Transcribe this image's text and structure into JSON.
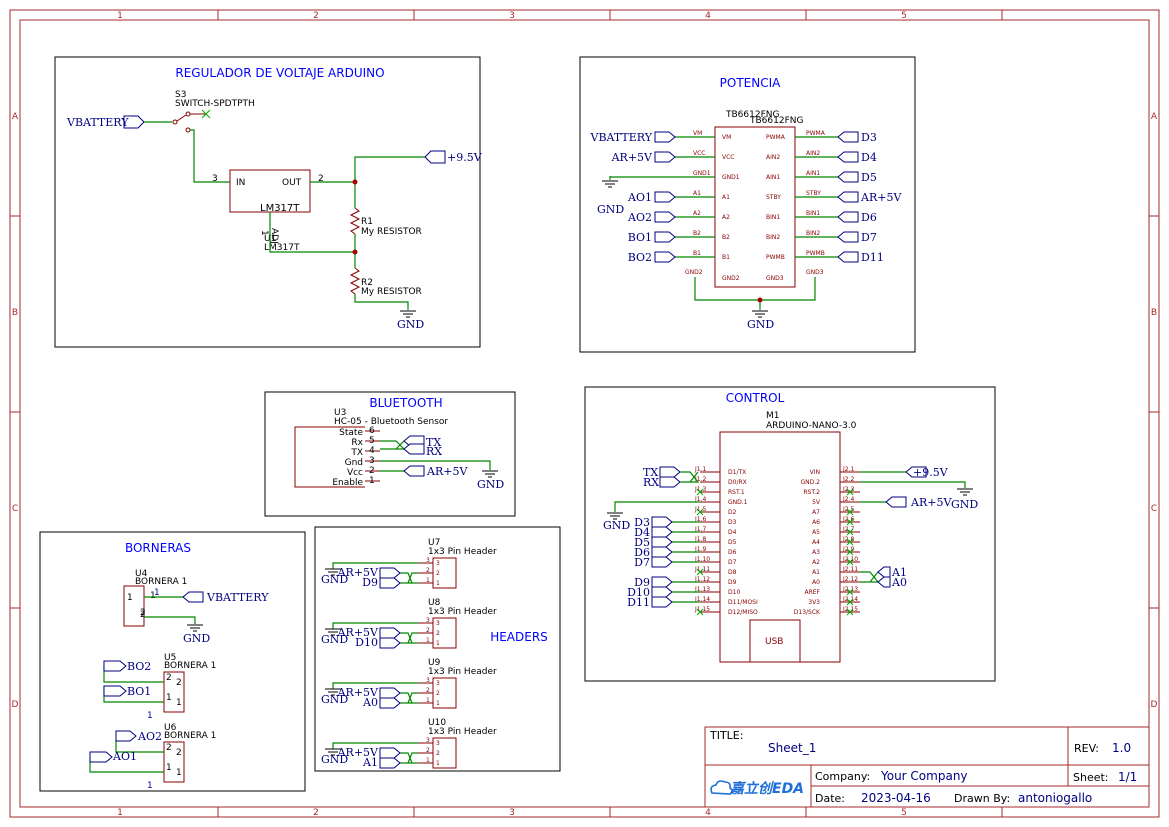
{
  "frame": {
    "cols": [
      "1",
      "2",
      "3",
      "4",
      "5"
    ],
    "rows": [
      "A",
      "B",
      "C",
      "D"
    ]
  },
  "sections": {
    "regulador": "REGULADOR DE VOLTAJE ARDUINO",
    "potencia": "POTENCIA",
    "bluetooth": "BLUETOOTH",
    "control": "CONTROL",
    "borneras": "BORNERAS",
    "headers": "HEADERS"
  },
  "regulador": {
    "s3_ref": "S3",
    "s3_name": "SWITCH-SPDTPTH",
    "u1_ref": "U1",
    "u1_name": "LM317T",
    "u1_body": "LM317T",
    "u1_in": "IN",
    "u1_out": "OUT",
    "u1_adj": "ADJ",
    "pin3": "3",
    "pin2": "2",
    "pin1": "1",
    "r1_ref": "R1",
    "r1_name": "My RESISTOR",
    "r2_ref": "R2",
    "r2_name": "My RESISTOR",
    "net_vbat": "VBATTERY",
    "net_95": "+9.5V",
    "net_gnd": "GND"
  },
  "potencia": {
    "ref": "TB6612FNG",
    "name": "TB6612FNG",
    "left_pins": [
      "VM",
      "VCC",
      "GND1",
      "A1",
      "A2",
      "B2",
      "B1",
      "GND2"
    ],
    "right_pins": [
      "PWMA",
      "AIN2",
      "AIN1",
      "STBY",
      "BIN1",
      "BIN2",
      "PWMB",
      "GND3"
    ],
    "left_nets": [
      "VBATTERY",
      "AR+5V",
      "",
      "AO1",
      "AO2",
      "BO1",
      "BO2"
    ],
    "right_nets": [
      "D3",
      "D4",
      "D5",
      "AR+5V",
      "D6",
      "D7",
      "D11"
    ],
    "gnd": "GND"
  },
  "bluetooth": {
    "ref": "U3",
    "name": "HC-05 - Bluetooth Sensor",
    "pins": [
      "State",
      "Rx",
      "TX",
      "Gnd",
      "Vcc",
      "Enable"
    ],
    "nums": [
      "6",
      "5",
      "4",
      "3",
      "2",
      "1"
    ],
    "net_tx": "TX",
    "net_rx": "RX",
    "net_5v": "AR+5V",
    "gnd": "GND"
  },
  "control": {
    "ref": "M1",
    "name": "ARDUINO-NANO-3.0",
    "left_pins": [
      "D1/TX",
      "D0/RX",
      "RST.1",
      "GND.1",
      "D2",
      "D3",
      "D4",
      "D5",
      "D6",
      "D7",
      "D8",
      "D9",
      "D10",
      "D11/MOSI",
      "D12/MISO"
    ],
    "left_nums": [
      "J1.1",
      "J1.2",
      "J1.3",
      "J1.4",
      "J1.5",
      "J1.6",
      "J1.7",
      "J1.8",
      "J1.9",
      "J1.10",
      "J1.11",
      "J1.12",
      "J1.13",
      "J1.14",
      "J1.15"
    ],
    "right_pins": [
      "VIN",
      "GND.2",
      "RST.2",
      "5V",
      "A7",
      "A6",
      "A5",
      "A4",
      "A3",
      "A2",
      "A1",
      "A0",
      "AREF",
      "3V3",
      "D13/SCK"
    ],
    "right_nums": [
      "J2.1",
      "J2.2",
      "J2.3",
      "J2.4",
      "J2.5",
      "J2.6",
      "J2.7",
      "J2.8",
      "J2.9",
      "J2.10",
      "J2.11",
      "J2.12",
      "J2.13",
      "J2.14",
      "J2.15"
    ],
    "usb": "USB",
    "net_tx": "TX",
    "net_rx": "RX",
    "net_95": "+9.5V",
    "net_5v": "AR+5V",
    "left_d": [
      "D3",
      "D4",
      "D5",
      "D6",
      "D7"
    ],
    "left_d2": [
      "D9",
      "D10",
      "D11"
    ],
    "net_a1": "A1",
    "net_a0": "A0",
    "gnd": "GND"
  },
  "borneras": {
    "u4_ref": "U4",
    "u4_name": "BORNERA 1",
    "u5_ref": "U5",
    "u5_name": "BORNERA 1",
    "u6_ref": "U6",
    "u6_name": "BORNERA 1",
    "net_vbat": "VBATTERY",
    "net_bo2": "BO2",
    "net_bo1": "BO1",
    "net_ao2": "AO2",
    "net_ao1": "AO1",
    "gnd": "GND",
    "n1": "1",
    "n2": "2"
  },
  "headers": {
    "items": [
      {
        "ref": "U7",
        "name": "1x3 Pin Header",
        "net_a": "AR+5V",
        "net_b": "D9"
      },
      {
        "ref": "U8",
        "name": "1x3 Pin Header",
        "net_a": "AR+5V",
        "net_b": "D10"
      },
      {
        "ref": "U9",
        "name": "1x3 Pin Header",
        "net_a": "AR+5V",
        "net_b": "A0"
      },
      {
        "ref": "U10",
        "name": "1x3 Pin Header",
        "net_a": "AR+5V",
        "net_b": "A1"
      }
    ],
    "gnd": "GND",
    "pin_nums": [
      "3",
      "2",
      "1"
    ]
  },
  "titleblock": {
    "title_label": "TITLE:",
    "title": "Sheet_1",
    "rev_label": "REV:",
    "rev": "1.0",
    "company_label": "Company:",
    "company": "Your Company",
    "sheet_label": "Sheet:",
    "sheet": "1/1",
    "date_label": "Date:",
    "date": "2023-04-16",
    "drawn_label": "Drawn By:",
    "drawn": "antoniogallo",
    "logo": "嘉立创EDA"
  }
}
